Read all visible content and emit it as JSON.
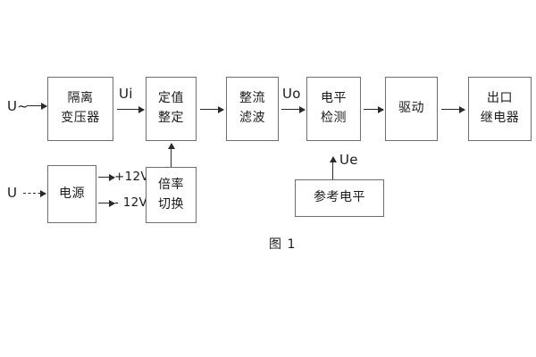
{
  "diagram": {
    "caption": "图 1",
    "blocks": [
      {
        "id": "isolation-transformer",
        "lines": [
          "隔离",
          "变压器"
        ]
      },
      {
        "id": "setting-value",
        "lines": [
          "定值",
          "整定"
        ]
      },
      {
        "id": "rectify-filter",
        "lines": [
          "整流",
          "滤波"
        ]
      },
      {
        "id": "level-detection",
        "lines": [
          "电平",
          "检测"
        ]
      },
      {
        "id": "drive",
        "lines": [
          "驱动"
        ]
      },
      {
        "id": "output-relay",
        "lines": [
          "出口",
          "继电器"
        ]
      },
      {
        "id": "power-supply",
        "lines": [
          "电源"
        ]
      },
      {
        "id": "multiplier-switch",
        "lines": [
          "倍率",
          "切换"
        ]
      },
      {
        "id": "reference-level",
        "lines": [
          "参考电平"
        ]
      }
    ],
    "signals": {
      "input_ac": "U~",
      "input_dc": "U",
      "ui": "Ui",
      "uo": "Uo",
      "ue": "Ue",
      "rail_positive": "+12V",
      "rail_negative": "- 12V"
    },
    "colors": {
      "box_border": "#6e6e6e",
      "line": "#2b2b2b",
      "text": "#1a1a1a",
      "background": "#ffffff"
    }
  }
}
